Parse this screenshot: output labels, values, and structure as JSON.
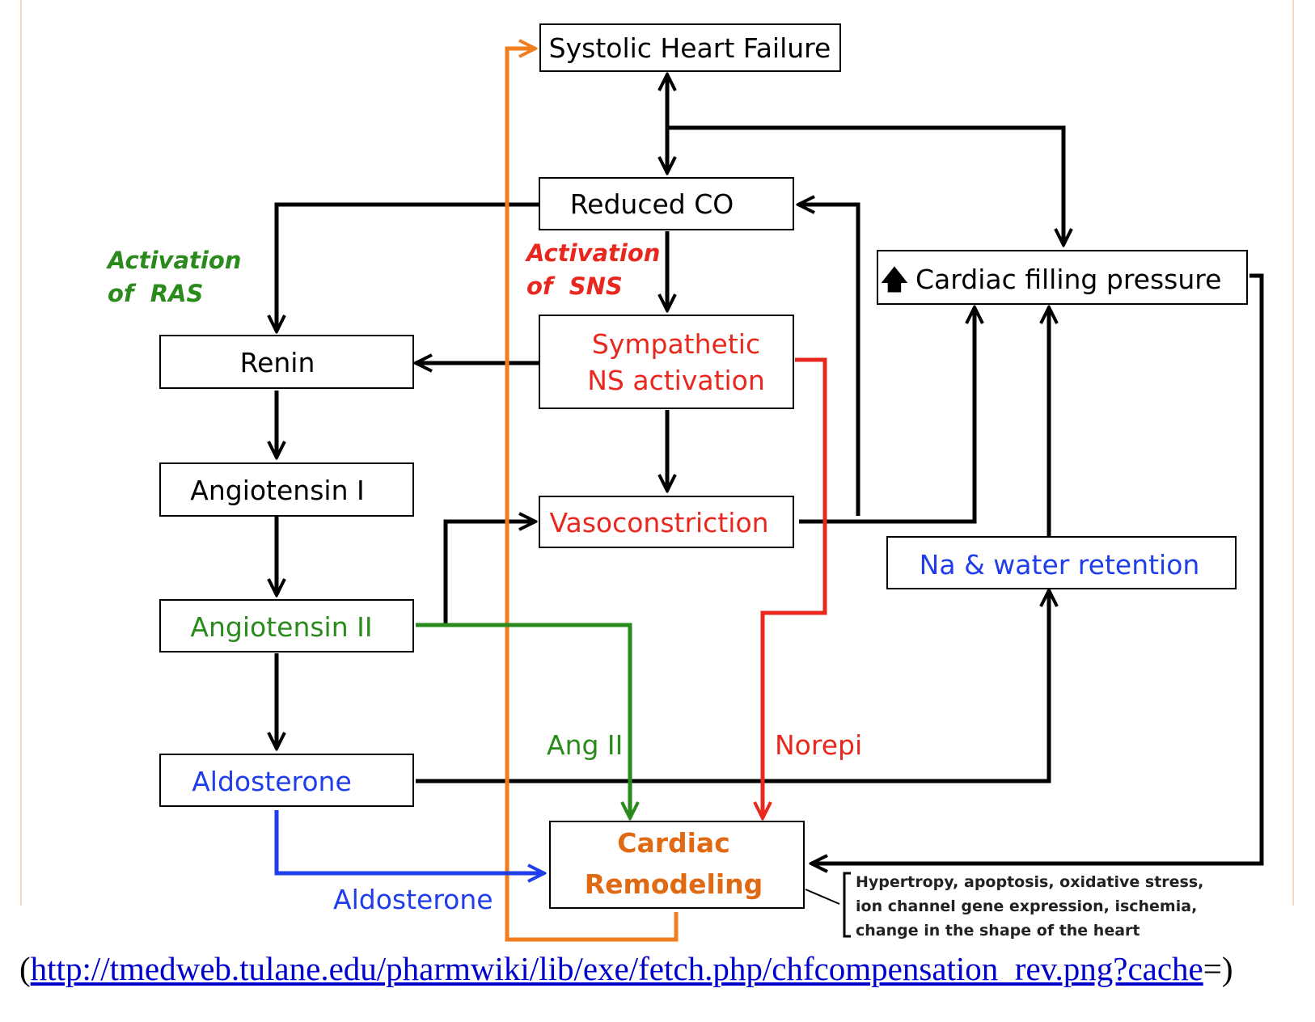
{
  "diagram": {
    "boxes": {
      "systolic_hf": "Systolic Heart Failure",
      "reduced_co": "Reduced CO",
      "filling_pressure": "Cardiac filling pressure",
      "renin": "Renin",
      "sympathetic_l1": "Sympathetic",
      "sympathetic_l2": "NS activation",
      "angiotensin1": "Angiotensin I",
      "vasoconstriction": "Vasoconstriction",
      "na_water": "Na & water retention",
      "angiotensin2": "Angiotensin II",
      "aldosterone": "Aldosterone",
      "remodeling_l1": "Cardiac",
      "remodeling_l2": "Remodeling"
    },
    "labels": {
      "ras_l1": "Activation",
      "ras_l2": "of  RAS",
      "sns_l1": "Activation",
      "sns_l2": "of  SNS",
      "ang2_arrow": "Ang II",
      "norepi_arrow": "Norepi",
      "aldosterone_arrow": "Aldosterone"
    },
    "note": [
      "Hypertropy, apoptosis, oxidative stress,",
      "ion channel gene expression, ischemia,",
      "change in the shape of the heart"
    ],
    "up_arrow_glyph": "🡅",
    "colors": {
      "black": "#000000",
      "red": "#e8281e",
      "green": "#2a8a1c",
      "blue": "#1f3de8",
      "orange": "#f07d1f",
      "remodeling_text": "#e06a14",
      "frame": "#f3d9c6"
    }
  },
  "caption": {
    "open": "(",
    "link": "http://tmedweb.tulane.edu/pharmwiki/lib/exe/fetch.php/chfcompensation_rev.png?cache",
    "close": "=)"
  }
}
